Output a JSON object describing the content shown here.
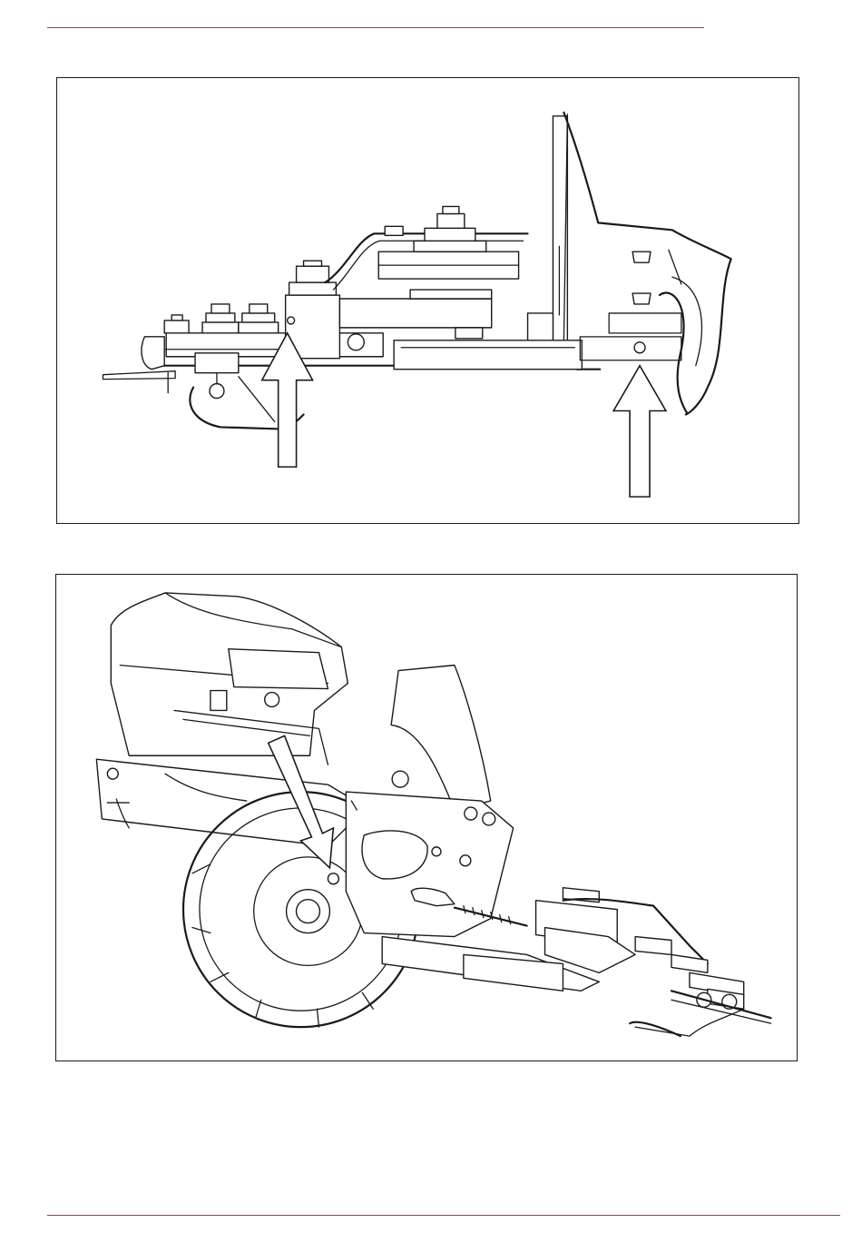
{
  "page": {
    "accent_color": "#d9252a",
    "line_color": "#1a1a1a",
    "background": "#ffffff"
  },
  "figures": [
    {
      "id": "figure-top",
      "icon": "mower-deck-side-view-drawing",
      "arrows": 2
    },
    {
      "id": "figure-bottom",
      "icon": "mower-tilted-up-drawing",
      "arrows": 1
    }
  ]
}
